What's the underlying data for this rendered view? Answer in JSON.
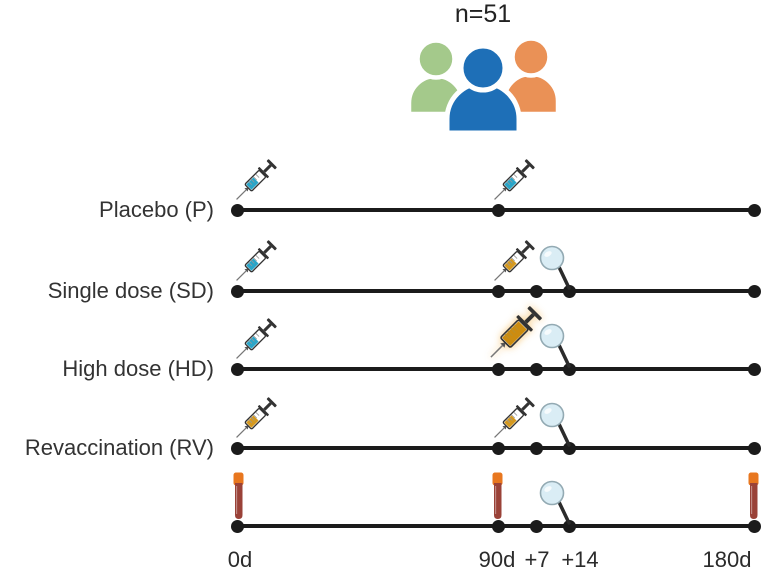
{
  "figure": {
    "title": "n=51",
    "people_icon": {
      "left_color": "#a4c98b",
      "center_color": "#1e6fb7",
      "right_color": "#ea9156"
    },
    "groups": [
      {
        "label": "Placebo (P)",
        "syringe_0d_color": "#2aa5c8",
        "syringe_90d_color": "#2aa5c8"
      },
      {
        "label": "Single dose (SD)",
        "syringe_0d_color": "#2aa5c8",
        "syringe_90d_color": "#d5991f"
      },
      {
        "label": "High dose (HD)",
        "syringe_0d_color": "#2aa5c8",
        "syringe_90d_color": "#cc8c10"
      },
      {
        "label": "Revaccination (RV)",
        "syringe_0d_color": "#d5991f",
        "syringe_90d_color": "#d5991f"
      }
    ],
    "axis": {
      "d0": "0d",
      "d90": "90d",
      "p7": "+7",
      "p14": "+14",
      "d180": "180d"
    },
    "sample_tube": {
      "cap_color": "#e8771f",
      "body_color": "#9a4238"
    },
    "magnifier": {
      "glass_color": "#daedf5",
      "rim_color": "#93aab3",
      "handle_color": "#2b2b2b"
    },
    "timeline_color": "#1b1b1b"
  }
}
